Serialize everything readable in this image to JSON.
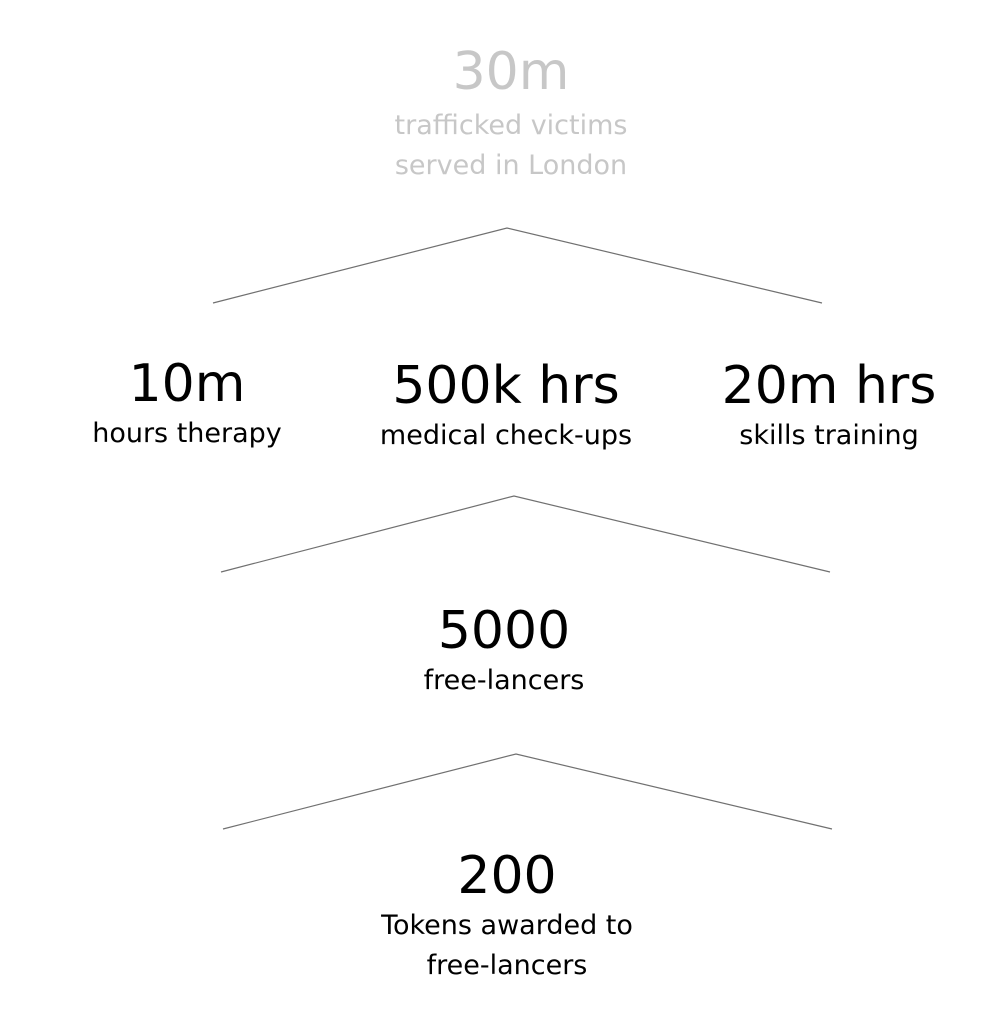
{
  "top": {
    "value": "30m",
    "label_line1": "trafficked victims",
    "label_line2": "served in London"
  },
  "middle": [
    {
      "value": "10m",
      "label": "hours therapy"
    },
    {
      "value": "500k hrs",
      "label": "medical check-ups"
    },
    {
      "value": "20m hrs",
      "label": "skills training"
    }
  ],
  "freelancers": {
    "value": "5000",
    "label": "free-lancers"
  },
  "tokens": {
    "value": "200",
    "label_line1": "Tokens awarded to",
    "label_line2": "free-lancers"
  },
  "colors": {
    "muted_text": "#c7c7c7",
    "text": "#000000",
    "connector": "#707070"
  }
}
